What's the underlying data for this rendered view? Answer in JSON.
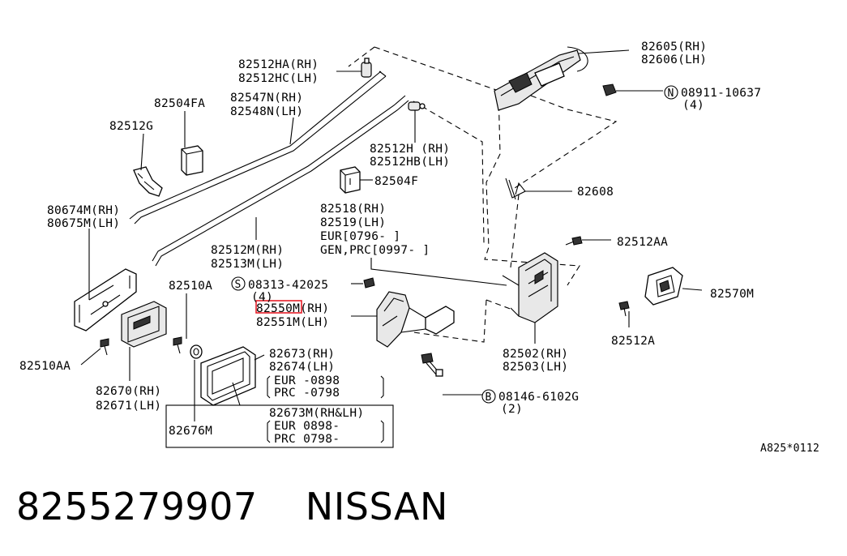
{
  "callouts": {
    "c82512HA": "82512HA(RH)",
    "c82512HC": "82512HC(LH)",
    "c82504FA": "82504FA",
    "c82547N": "82547N(RH)",
    "c82548N": "82548N(LH)",
    "c82512G": "82512G",
    "c82512H": "82512H (RH)",
    "c82512HB": "82512HB(LH)",
    "c82504F": "82504F",
    "c80674M": "80674M(RH)",
    "c80675M": "80675M(LH)",
    "c82512M": "82512M(RH)",
    "c82513M": "82513M(LH)",
    "c82518": "82518(RH)",
    "c82519": "82519(LH)",
    "cEUR": "EUR[0796-     ]",
    "cGEN": "GEN,PRC[0997-      ]",
    "c82510A": "82510A",
    "c08313": "08313-42025",
    "c08313qty": "(4)",
    "c82550M": "82550M(RH)",
    "c82551M": "82551M(LH)",
    "c82510AA": "82510AA",
    "c82670": "82670(RH)",
    "c82671": "82671(LH)",
    "c82673": "82673(RH)",
    "c82674": "82674(LH)",
    "cEUR2": "EUR   -0898",
    "cPRC2": "PRC   -0798",
    "c82673M": "82673M(RH&LH)",
    "cEUR3": "EUR 0898-",
    "cPRC3": "PRC 0798-",
    "c82676M": "82676M",
    "c82605": "82605(RH)",
    "c82606": "82606(LH)",
    "c08911": "08911-10637",
    "c08911qty": "(4)",
    "c82608": "82608",
    "c82512AA": "82512AA",
    "c82570M": "82570M",
    "c82512A": "82512A",
    "c82502": "82502(RH)",
    "c82503": "82503(LH)",
    "c08146": "08146-6102G",
    "c08146qty": "(2)",
    "cRef": "A825*0112",
    "sym_S": "S",
    "sym_N": "N",
    "sym_B": "B"
  },
  "footer": {
    "part_number": "8255279907",
    "brand": "NISSAN"
  },
  "highlight_color": "#e8202a"
}
